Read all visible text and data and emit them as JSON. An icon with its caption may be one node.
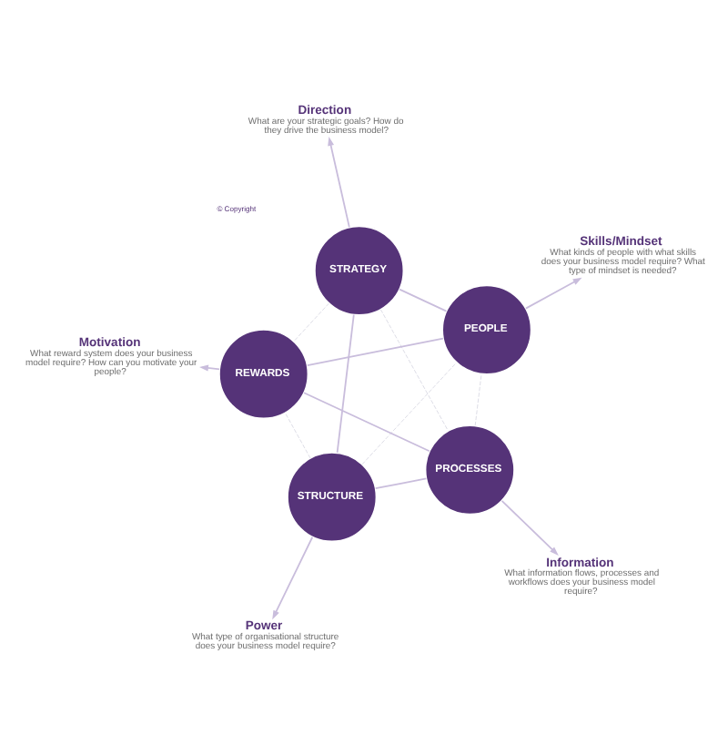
{
  "diagram": {
    "nodes": [
      {
        "text": [
          "STRATEGY"
        ]
      },
      {
        "text": [
          "STRUCTURE"
        ]
      },
      {
        "text": [
          "PROCESSES"
        ]
      },
      {
        "text": [
          "REWARDS"
        ]
      },
      {
        "text": [
          "PEOPLE"
        ]
      },
      {
        "text": [
          "Direction",
          "What are your strategic goals? How do they drive the business model?"
        ]
      },
      {
        "text": [
          "Power",
          "What type of organisational structure does your business model require?"
        ]
      },
      {
        "text": [
          "Information",
          "What information flows, processes and workflows does your business model require?"
        ]
      },
      {
        "text": [
          "Motivation",
          "What reward system does your business model require? How can you motivate your people?"
        ]
      },
      {
        "text": [
          "Skills/Mindset",
          "What kinds of people with what skills does your business model require? What type of mindset is needed?"
        ]
      }
    ],
    "edges": [
      {
        "from": 0,
        "to": 1,
        "arrow": "none"
      },
      {
        "from": 1,
        "to": 2,
        "arrow": "none"
      },
      {
        "from": 2,
        "to": 3,
        "arrow": "none"
      },
      {
        "from": 3,
        "to": 4,
        "arrow": "none"
      },
      {
        "from": 4,
        "to": 0,
        "arrow": "none"
      },
      {
        "from": 0,
        "to": 2,
        "arrow": "none",
        "style": "dashed",
        "color": "#d9d9e3"
      },
      {
        "from": 0,
        "to": 3,
        "arrow": "none",
        "style": "dashed",
        "color": "#d9d9e3"
      },
      {
        "from": 1,
        "to": 3,
        "arrow": "none",
        "style": "dashed",
        "color": "#d9d9e3"
      },
      {
        "from": 1,
        "to": 4,
        "arrow": "none",
        "style": "dashed",
        "color": "#d9d9e3"
      },
      {
        "from": 2,
        "to": 4,
        "arrow": "none",
        "style": "dashed",
        "color": "#d9d9e3"
      },
      {
        "from": 0,
        "to": 5,
        "arrow": "to"
      },
      {
        "from": 1,
        "to": 6,
        "arrow": "to"
      },
      {
        "from": 2,
        "to": 7,
        "arrow": "to"
      },
      {
        "from": 3,
        "to": 8,
        "arrow": "to"
      },
      {
        "from": 4,
        "to": 9,
        "arrow": "to"
      }
    ],
    "labels": [
      "© Copyright"
    ]
  }
}
